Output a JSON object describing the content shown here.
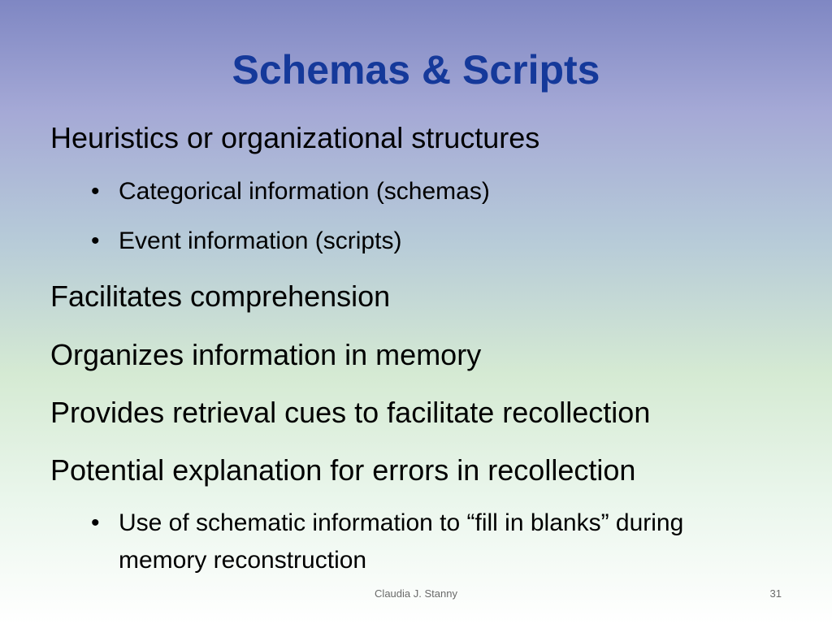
{
  "slide": {
    "title": "Schemas & Scripts",
    "items": [
      {
        "level": 1,
        "text": "Heuristics or organizational structures"
      },
      {
        "level": 2,
        "bullet": "•",
        "text": "Categorical information (schemas)"
      },
      {
        "level": 2,
        "bullet": "•",
        "text": "Event information (scripts)"
      },
      {
        "level": 1,
        "text": "Facilitates comprehension"
      },
      {
        "level": 1,
        "text": "Organizes information in memory"
      },
      {
        "level": 1,
        "text": "Provides retrieval cues to facilitate recollection"
      },
      {
        "level": 1,
        "text": "Potential explanation for errors in recollection"
      },
      {
        "level": 2,
        "bullet": "•",
        "text": "Use of schematic information to “fill in blanks” during memory reconstruction"
      }
    ],
    "footer": {
      "author": "Claudia J. Stanny",
      "page_number": "31"
    }
  },
  "colors": {
    "title": "#15399a",
    "body_text": "#000000",
    "footer_text": "#6a6a6a",
    "background_top": "#7f87c3",
    "background_bottom": "#ffffff"
  }
}
